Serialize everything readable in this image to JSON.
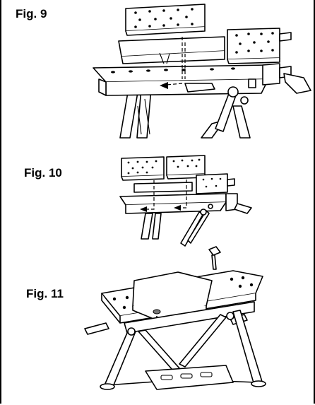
{
  "figures": [
    {
      "label": "Fig. 9"
    },
    {
      "label": "Fig. 10"
    },
    {
      "label": "Fig. 11"
    }
  ]
}
